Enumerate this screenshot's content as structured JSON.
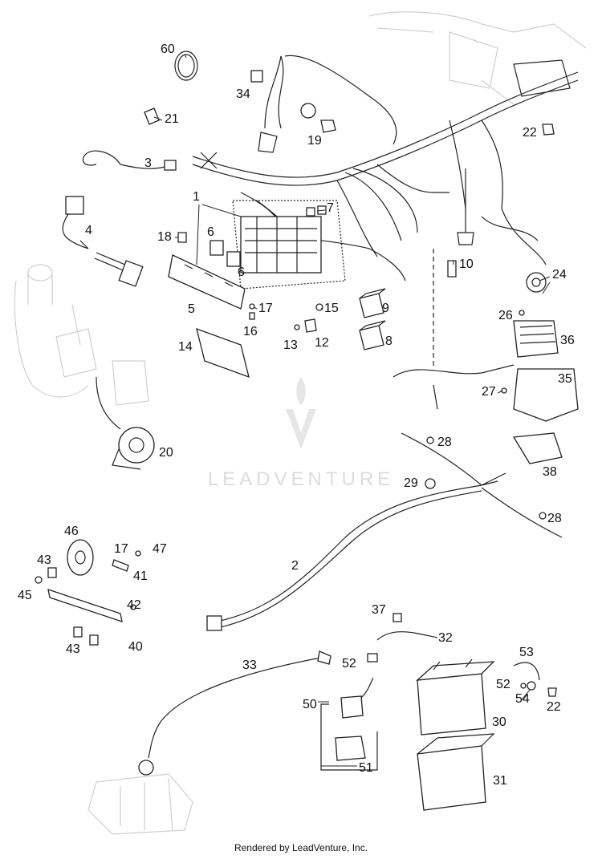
{
  "watermark": {
    "text": "LEADVENTURE"
  },
  "footer": {
    "text": "Rendered by LeadVenture, Inc."
  },
  "callouts": [
    "60",
    "34",
    "21",
    "19",
    "3",
    "22",
    "1",
    "7",
    "4",
    "18",
    "6",
    "6",
    "10",
    "24",
    "5",
    "17",
    "16",
    "15",
    "9",
    "13",
    "12",
    "8",
    "14",
    "26",
    "36",
    "27",
    "35",
    "20",
    "28",
    "38",
    "29",
    "28",
    "46",
    "17",
    "47",
    "43",
    "41",
    "45",
    "2",
    "42",
    "43",
    "40",
    "37",
    "32",
    "33",
    "52",
    "53",
    "52",
    "54",
    "22",
    "50",
    "30",
    "51",
    "31"
  ]
}
